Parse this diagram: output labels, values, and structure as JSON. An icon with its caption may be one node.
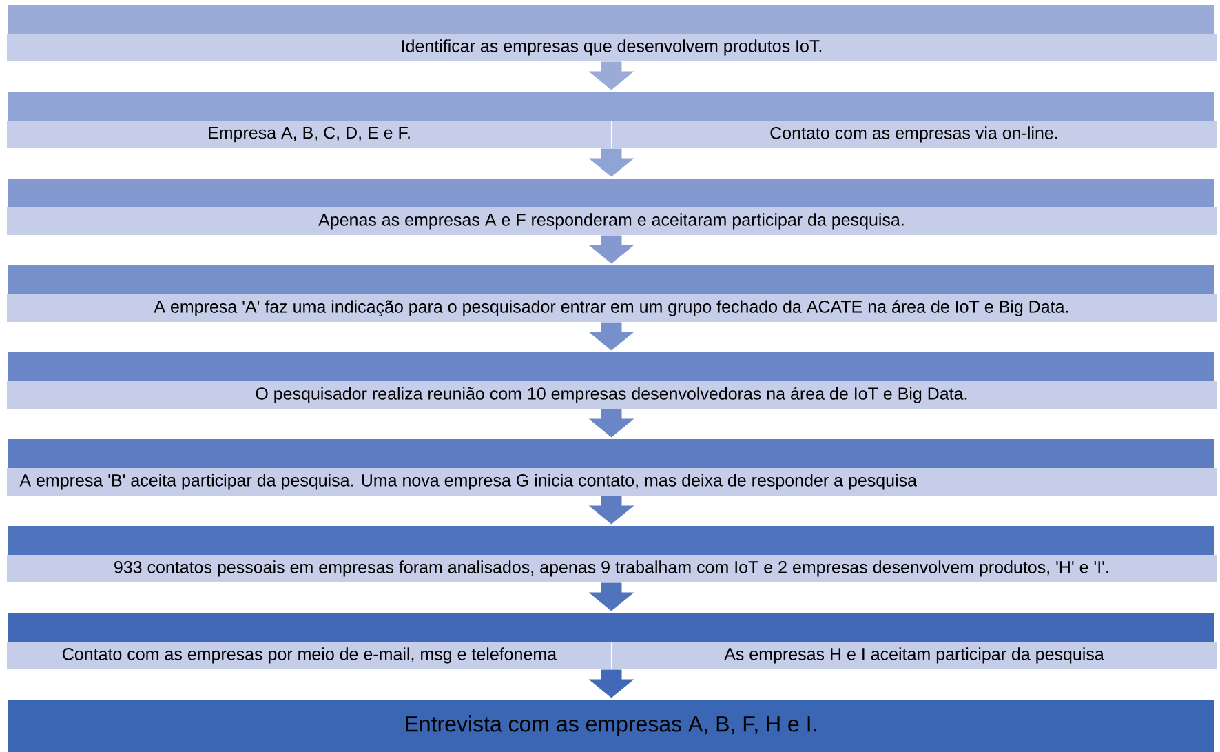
{
  "diagram": {
    "nodes": [
      {
        "text": [
          "Identificar as empresas que desenvolvem produtos IoT."
        ]
      },
      {
        "text": [
          "Empresa A, B, C, D, E e F.",
          "Contato com as empresas via on-line."
        ]
      },
      {
        "text": [
          "Apenas as empresas A e F responderam e aceitaram participar da pesquisa."
        ]
      },
      {
        "text": [
          "A empresa 'A' faz uma  indicação para o pesquisador entrar em um grupo fechado da ACATE na área de IoT e Big Data."
        ]
      },
      {
        "text": [
          "O pesquisador realiza reunião com 10 empresas desenvolvedoras na área de IoT e Big Data."
        ]
      },
      {
        "text": [
          "A empresa 'B' aceita participar da pesquisa. Uma nova empresa G inicia contato, mas deixa de responder a pesquisa"
        ]
      },
      {
        "text": [
          "933 contatos pessoais em empresas foram analisados, apenas 9 trabalham com IoT e 2 empresas desenvolvem produtos, 'H' e 'I'."
        ]
      },
      {
        "text": [
          "Contato com as empresas por meio de e-mail, msg e telefonema",
          "As empresas H e I aceitam participar da pesquisa"
        ]
      },
      {
        "text": [
          "Entrevista com as empresas A, B, F, H e I."
        ]
      }
    ],
    "edges": [
      {
        "from": 0,
        "to": 1,
        "arrow": "to"
      },
      {
        "from": 1,
        "to": 2,
        "arrow": "to"
      },
      {
        "from": 2,
        "to": 3,
        "arrow": "to"
      },
      {
        "from": 3,
        "to": 4,
        "arrow": "to"
      },
      {
        "from": 4,
        "to": 5,
        "arrow": "to"
      },
      {
        "from": 5,
        "to": 6,
        "arrow": "to"
      },
      {
        "from": 6,
        "to": 7,
        "arrow": "to"
      },
      {
        "from": 7,
        "to": 8,
        "arrow": "to"
      }
    ]
  }
}
